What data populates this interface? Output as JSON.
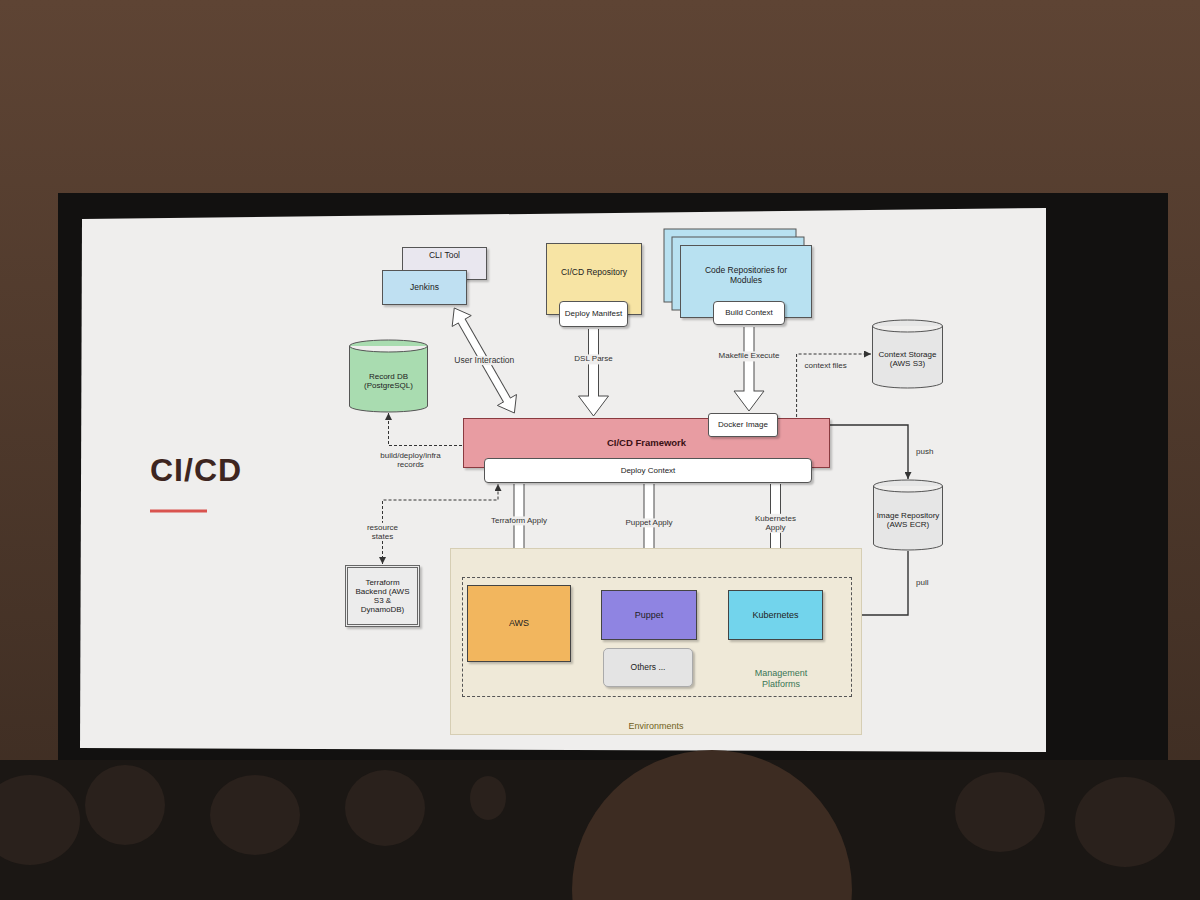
{
  "diagram": {
    "title": "CI/CD",
    "nodes": [
      {
        "text": [
          "CLI Tool"
        ]
      },
      {
        "text": [
          "Jenkins"
        ]
      },
      {
        "text": [
          "CI/CD Repository"
        ]
      },
      {
        "text": [
          "Deploy Manifest"
        ],
        "in": 2
      },
      {
        "text": [
          "Code Repositories for Modules"
        ]
      },
      {
        "text": [
          "Build Context"
        ],
        "in": 4
      },
      {
        "text": [
          "Context Storage (AWS S3)"
        ]
      },
      {
        "text": [
          "Record DB (PostgreSQL)"
        ]
      },
      {
        "text": [
          "CI/CD Framework"
        ]
      },
      {
        "text": [
          "Docker Image"
        ],
        "in": 8
      },
      {
        "text": [
          "Deploy Context"
        ],
        "in": 8
      },
      {
        "text": [
          "Image Repository (AWS ECR)"
        ]
      },
      {
        "text": [
          "Terraform Backend (AWS S3 & DynamoDB)"
        ]
      },
      {
        "text": [
          "Environments"
        ]
      },
      {
        "text": [
          "Management Platforms"
        ],
        "in": 13
      },
      {
        "text": [
          "AWS"
        ],
        "in": 14
      },
      {
        "text": [
          "Puppet"
        ],
        "in": 14
      },
      {
        "text": [
          "Kubernetes"
        ],
        "in": 14
      },
      {
        "text": [
          "Others ..."
        ],
        "in": 14
      }
    ],
    "edges": [
      {
        "from": 1,
        "to": 8,
        "arrow": "both",
        "label": "User Interaction"
      },
      {
        "from": 3,
        "to": 8,
        "arrow": "to",
        "label": "DSL Parse"
      },
      {
        "from": 5,
        "to": 9,
        "arrow": "to",
        "label": "Makefile Execute"
      },
      {
        "from": 10,
        "to": 6,
        "arrow": "to",
        "label": "context files"
      },
      {
        "from": 8,
        "to": 7,
        "arrow": "to",
        "label": "build/deploy/infra records"
      },
      {
        "from": 9,
        "to": 11,
        "arrow": "to",
        "label": "push"
      },
      {
        "from": 11,
        "to": 17,
        "arrow": "to",
        "label": "pull"
      },
      {
        "from": 10,
        "to": 15,
        "arrow": "to",
        "label": "Terraform Apply"
      },
      {
        "from": 10,
        "to": 16,
        "arrow": "to",
        "label": "Puppet Apply"
      },
      {
        "from": 10,
        "to": 17,
        "arrow": "to",
        "label": "Kubernetes Apply"
      },
      {
        "from": 12,
        "to": 10,
        "arrow": "both",
        "label": "resource states"
      }
    ]
  }
}
